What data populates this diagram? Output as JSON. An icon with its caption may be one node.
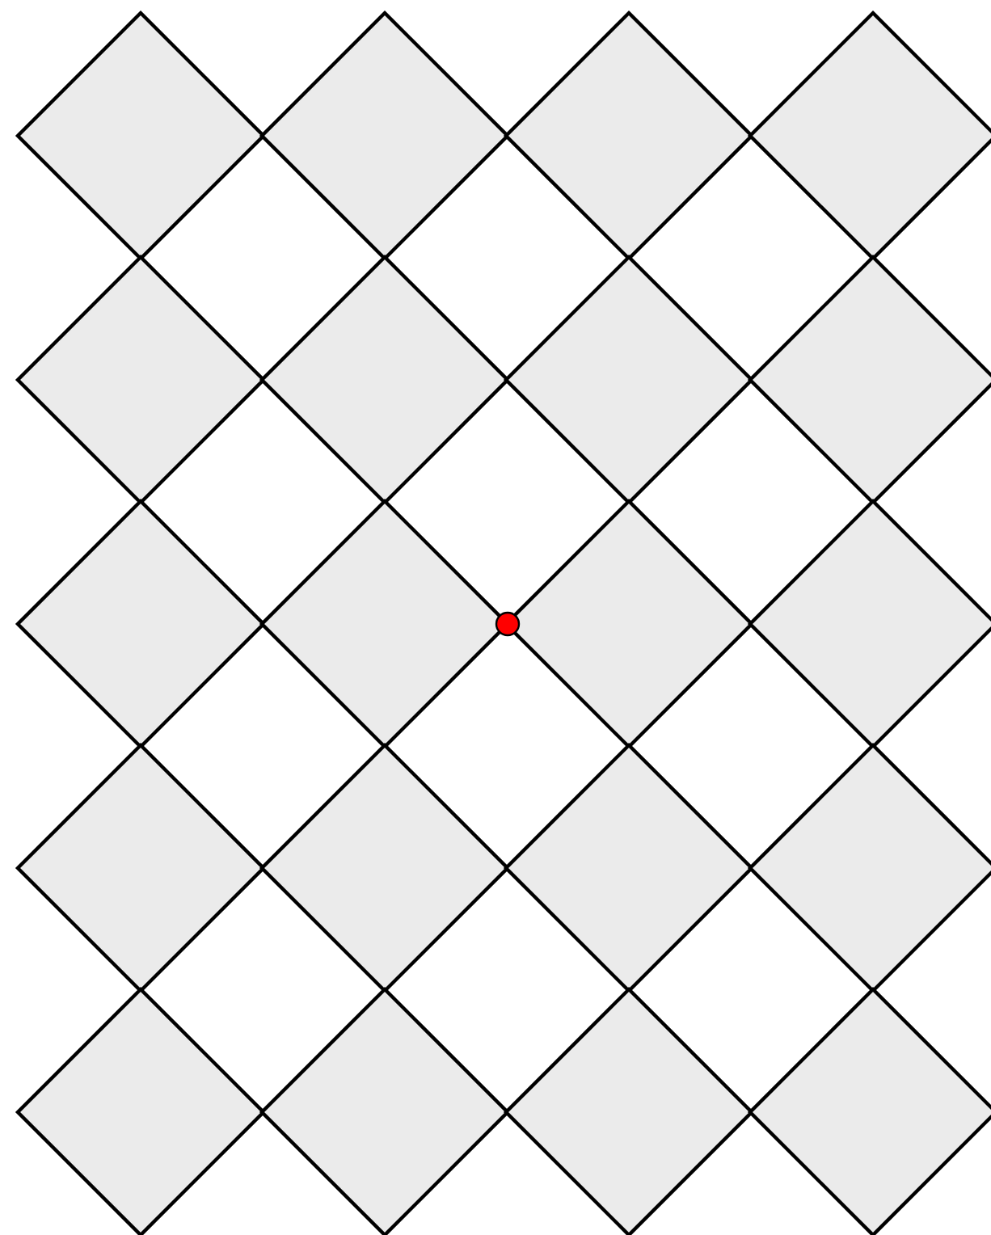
{
  "diagram": {
    "nodes": [
      {
        "text": [],
        "shape": "diamond"
      },
      {
        "text": [],
        "shape": "diamond"
      },
      {
        "text": [],
        "shape": "diamond"
      },
      {
        "text": [],
        "shape": "diamond"
      },
      {
        "text": [],
        "shape": "diamond"
      },
      {
        "text": [],
        "shape": "diamond"
      },
      {
        "text": [],
        "shape": "diamond"
      },
      {
        "text": [],
        "shape": "diamond"
      },
      {
        "text": [],
        "shape": "diamond"
      },
      {
        "text": [],
        "shape": "diamond"
      },
      {
        "text": [],
        "shape": "diamond"
      },
      {
        "text": [],
        "shape": "diamond"
      },
      {
        "text": [],
        "shape": "diamond"
      },
      {
        "text": [],
        "shape": "diamond"
      },
      {
        "text": [],
        "shape": "diamond"
      },
      {
        "text": [],
        "shape": "diamond"
      },
      {
        "text": [],
        "shape": "diamond"
      },
      {
        "text": [],
        "shape": "diamond"
      },
      {
        "text": [],
        "shape": "diamond"
      },
      {
        "text": [],
        "shape": "diamond"
      },
      {
        "text": [],
        "shape": "circle"
      }
    ]
  }
}
